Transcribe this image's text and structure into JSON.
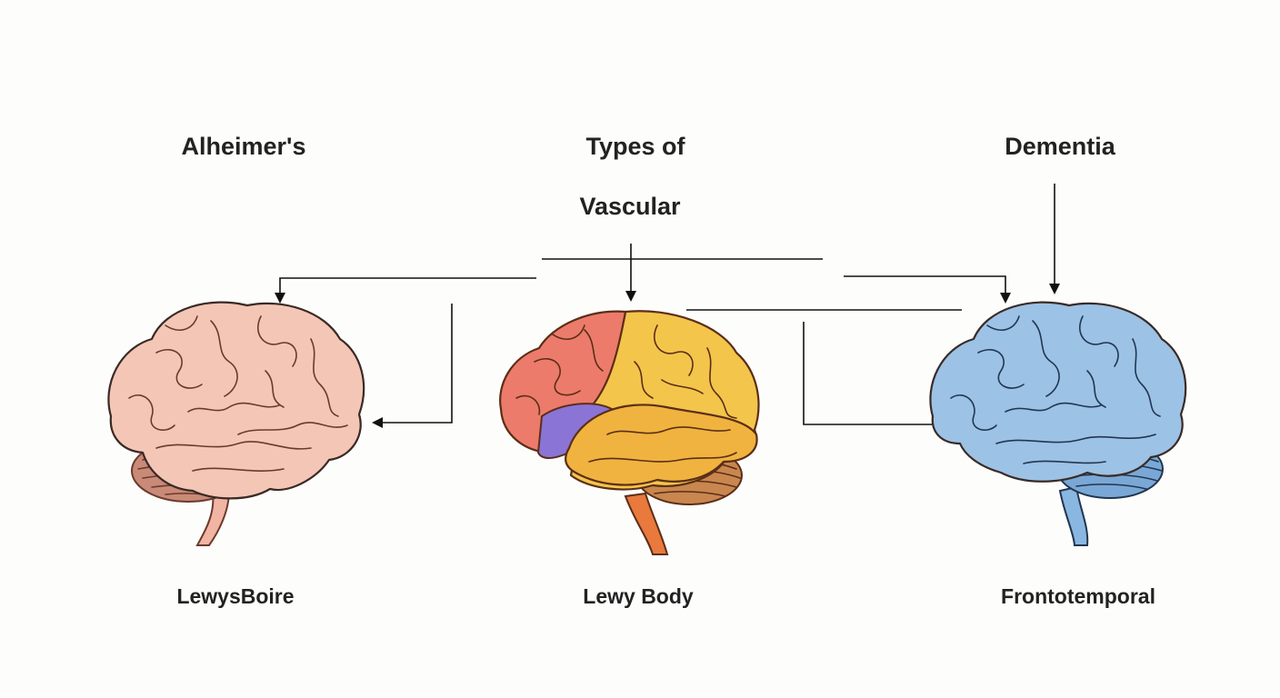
{
  "labels": {
    "top_left": "Alheimer's",
    "top_center": "Types of",
    "top_right": "Dementia",
    "center_sub": "Vascular",
    "bottom_left": "LewysBoire",
    "bottom_center": "Lewy Body",
    "bottom_right": "Frontotemporal"
  },
  "brains": [
    {
      "name": "left",
      "fill": "#f4c6b6",
      "line": "#6b3a2d",
      "cerebellum": "#c98a78",
      "stem": "#f2b5a4"
    },
    {
      "name": "center",
      "fill_front": "#ec7b6b",
      "fill_back": "#f4c54b",
      "temporal": "#f0b33f",
      "purple": "#8a74d6",
      "cerebellum": "#c9874f",
      "stem": "#e9793c",
      "line": "#5b2e17"
    },
    {
      "name": "right",
      "fill": "#9cc2e6",
      "line": "#21364f",
      "cerebellum": "#7aa8d6",
      "stem": "#8ab7e2"
    }
  ],
  "colors": {
    "background": "#fdfdfc",
    "text": "#222222",
    "arrow": "#111111"
  }
}
